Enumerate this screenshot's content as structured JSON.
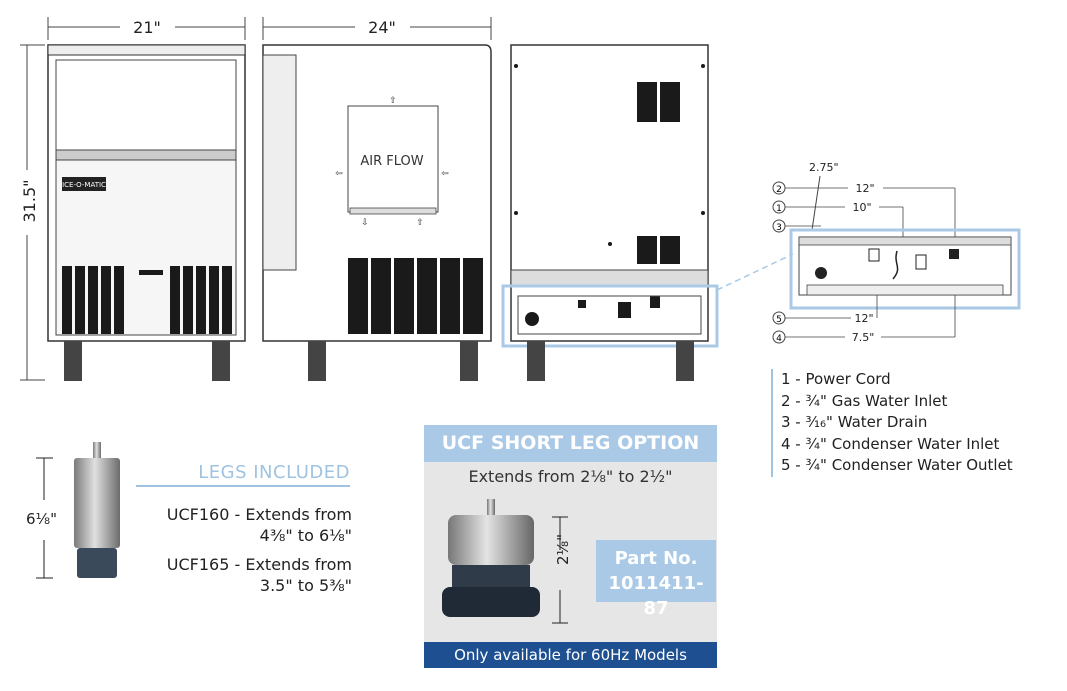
{
  "dimensions": {
    "width_front": "21\"",
    "depth_side": "24\"",
    "height": "31.5\""
  },
  "front_view": {
    "brand_badge": "ICE-O-MATIC"
  },
  "side_view": {
    "airflow_label": "AIR FLOW"
  },
  "detail": {
    "dim_2_75": "2.75\"",
    "dim_12_top": "12\"",
    "dim_10": "10\"",
    "dim_12_bottom": "12\"",
    "dim_7_5": "7.5\"",
    "callouts": [
      "1",
      "2",
      "3",
      "4",
      "5"
    ]
  },
  "legend": {
    "items": [
      "1 - Power Cord",
      "2 - ¾\" Gas Water Inlet",
      "3 - ³⁄₁₆\" Water Drain",
      "4 - ¾\" Condenser Water Inlet",
      "5 - ¾\" Condenser Water Outlet"
    ]
  },
  "legs": {
    "height_label": "6⅛\"",
    "title": "LEGS INCLUDED",
    "line1": "UCF160 - Extends from",
    "line2": "4⅜\" to 6⅛\"",
    "line3": "UCF165 - Extends from",
    "line4": "3.5\" to 5⅜\""
  },
  "short_leg": {
    "title": "UCF SHORT LEG OPTION",
    "subtitle": "Extends from 2⅛\" to 2½\"",
    "height_label": "2⅛\"",
    "part_label": "Part No.",
    "part_number": "1011411-87",
    "footer": "Only available for 60Hz Models"
  },
  "colors": {
    "accent_light_blue": "#a9c9e6",
    "footer_blue": "#1d4f91",
    "panel_gray": "#e6e6e6"
  }
}
